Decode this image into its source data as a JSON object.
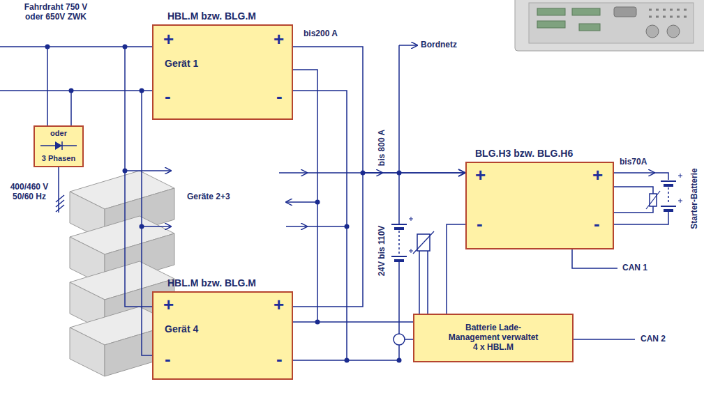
{
  "diagram": {
    "nodes": [
      {
        "text": [
          "HBL.M bzw. BLG.M",
          "+",
          "Gerät 1",
          "-",
          "+",
          "-"
        ]
      },
      {
        "text": [
          "oder",
          "3 Phasen"
        ]
      },
      {
        "text": [
          "BLG.H3 bzw. BLG.H6",
          "+",
          "+",
          "-",
          "-"
        ]
      },
      {
        "text": [
          "HBL.M bzw. BLG.M",
          "+",
          "Gerät 4",
          "-",
          "+",
          "-"
        ]
      },
      {
        "text": [
          "Batterie Lade-Management verwaltet 4 x HBL.M"
        ]
      }
    ],
    "edges": [
      {
        "from": 0,
        "to": 2,
        "arrow": "to"
      },
      {
        "from": 3,
        "to": 2,
        "arrow": "to"
      },
      {
        "from": 4,
        "to": 3,
        "arrow": "none"
      },
      {
        "from": 4,
        "to": 2,
        "arrow": "none"
      }
    ],
    "labels": [
      "Fahrdraht 750 V oder 650V ZWK",
      "bis200 A",
      "Bordnetz",
      "400/460 V 50/60 Hz",
      "Geräte 2+3",
      "bis 800 A",
      "24V bis 110V",
      "bis70A",
      "Starter-Batterie",
      "CAN 1",
      "CAN 2"
    ]
  }
}
